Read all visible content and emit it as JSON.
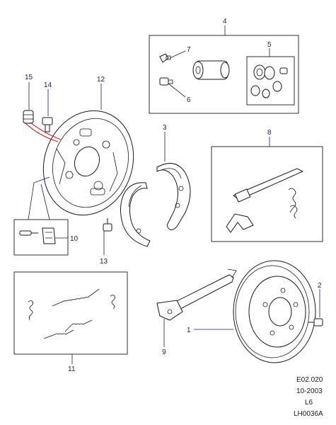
{
  "callouts": {
    "c1": "1",
    "c2": "2",
    "c3": "3",
    "c4": "4",
    "c5": "5",
    "c6": "6",
    "c7": "7",
    "c8": "8",
    "c9": "9",
    "c10": "10",
    "c11": "11",
    "c12": "12",
    "c13": "13",
    "c14": "14",
    "c15": "15"
  },
  "reference": {
    "code": "E02.020",
    "date": "10-2003",
    "model": "L6",
    "drawing": "LH0036A"
  },
  "colors": {
    "callout_text": "#1a1a66",
    "leader_highlight": "#cc0000",
    "line": "#1a1a1a"
  }
}
